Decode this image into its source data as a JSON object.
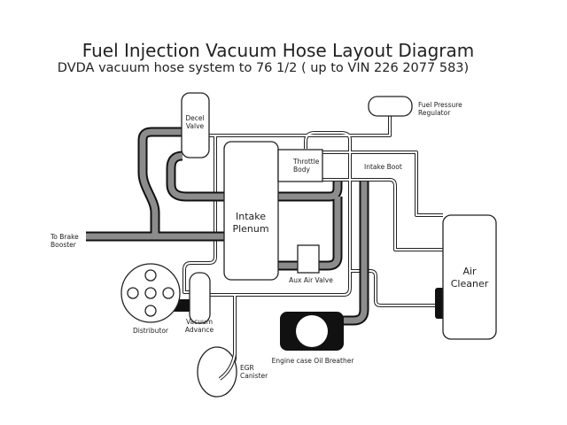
{
  "title": "Fuel Injection Vacuum Hose Layout Diagram",
  "subtitle": "DVDA vacuum hose system to 76 1/2 ( up to VIN 226 2077 583)",
  "labels": {
    "decel_valve": [
      "Decel",
      "Valve"
    ],
    "fuel_pressure_regulator": [
      "Fuel Pressure",
      "Regulator"
    ],
    "throttle_body": [
      "Throttle",
      "Body"
    ],
    "intake_boot": "Intake Boot",
    "intake_plenum": [
      "Intake",
      "Plenum"
    ],
    "brake_booster": [
      "To Brake",
      "Booster"
    ],
    "aux_air_valve": "Aux Air Valve",
    "air_cleaner": [
      "Air",
      "Cleaner"
    ],
    "distributor": "Distributor",
    "vacuum_advance": [
      "Vacuum",
      "Advance"
    ],
    "oil_breather": "Engine case Oil Breather",
    "egr_canister": [
      "EGR",
      "Canister"
    ]
  }
}
